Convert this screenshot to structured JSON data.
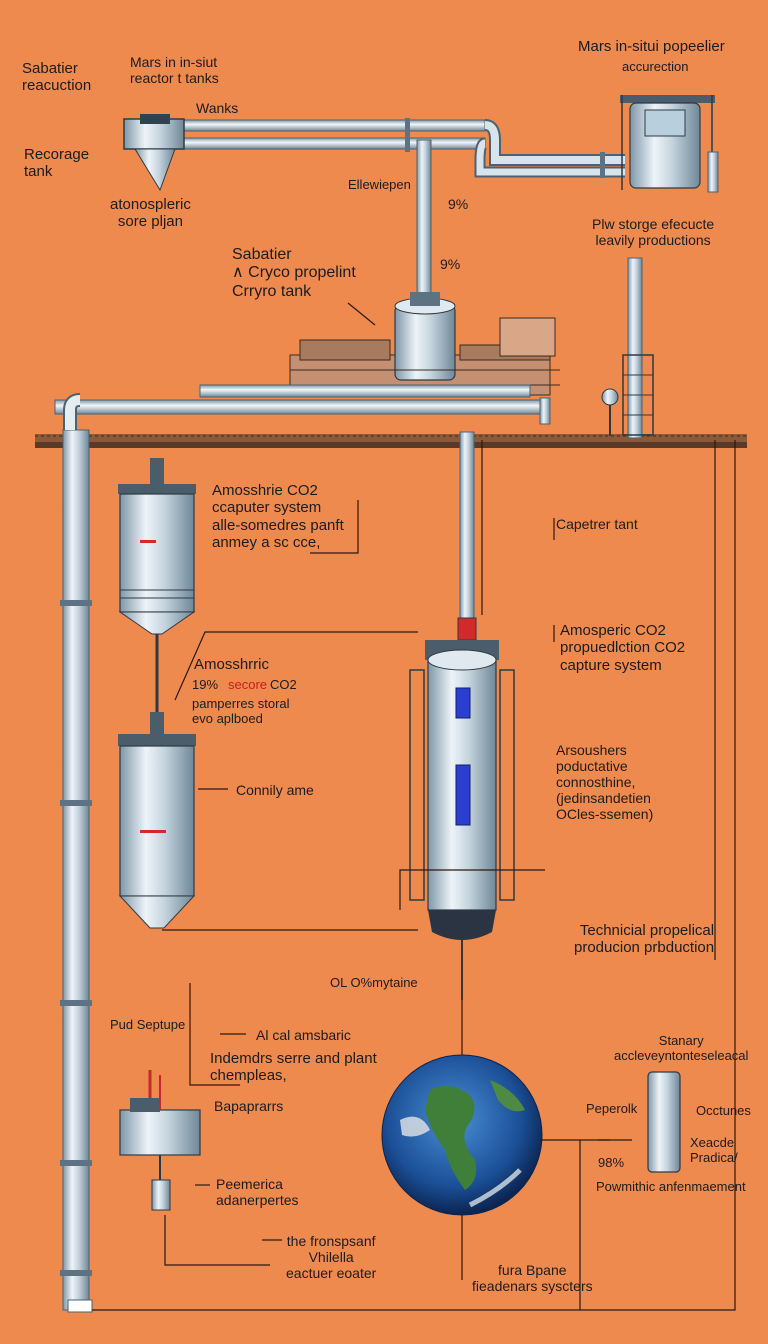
{
  "labels": {
    "sabatier_reaction": "Sabatier\nreacuction",
    "mars_reactor_tanks": "Mars in in-siut\nreactor t tanks",
    "wanks": "Wanks",
    "recorage_tank": "Recorage\ntank",
    "atonospleric": "atonospleric\nsore pljan",
    "ellewiepen": "Ellewiepen",
    "pct_top_1": "9%",
    "pct_top_2": "9%",
    "mars_propeller": "Mars in-situi popeelier",
    "accurection": "accurection",
    "plw_storage": "Plw storge efecucte\nleavily productions",
    "sabatier_cryo": "Sabatier\n∧ Cryco propelint\nCrryro tank",
    "amosshrie_co2": "Amosshrie CO2\nccaputer system\nalle-somedres panft\nanmey a sc cce,",
    "capetrer_tant": "Capetrer tant",
    "amosperic_co2": "Amosperic CO2\npropuedlction CO2\ncapture system",
    "amosshrric": "Amosshrric",
    "pct_mid": "19%",
    "secore": "secore",
    "co2_small": "CO2",
    "pamperres": "pamperres storal\nevo aplboed",
    "arsoushers": "Arsoushers\npoductative\nconnosthine,\n(jedinsandetien\nOCles-ssemen)",
    "connily": "Connily ame",
    "technical": "Technicial propelical\nproducion prbduction",
    "ol_methane": "OL O%mytaine",
    "pud_septupe": "Pud Septupe",
    "al_cal": "Al cal amsbaric",
    "indemdrs": "Indemdrs serre and plant\nchempleas,",
    "bapaprarrs": "Bapaprarrs",
    "stanary": "Stanary\naccleveyntonteseleacal",
    "peperolk": "Peperolk",
    "cctunes": "Occtunes",
    "xeacde": "Xeacde\nPradica/",
    "pct_bottom": "98%",
    "powmithic": "Powmithic anfenmaement",
    "peemerica": "Peemerica\nadanerpertes",
    "the_fronspsanf": "the fronspsanf\nVhilella\neactuer eoater",
    "fura_bpane": "fura Bpane\nfieadenars syscters"
  }
}
